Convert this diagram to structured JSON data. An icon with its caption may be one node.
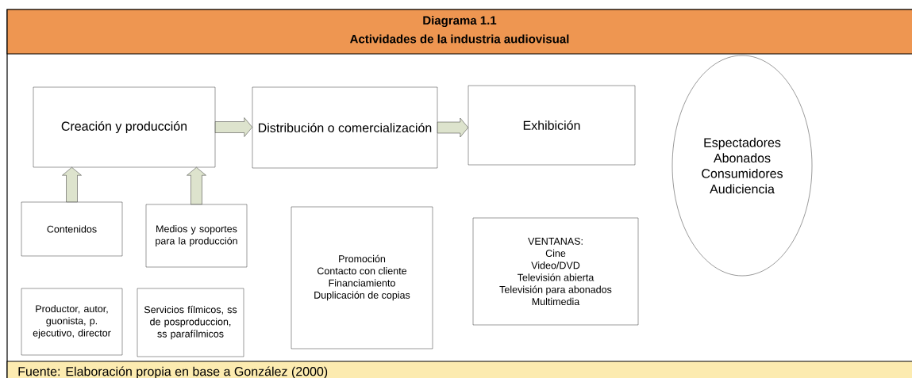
{
  "diagram": {
    "title": "Diagrama 1.1",
    "caption": "Fuente: Elaboración propia en base a González (2000)",
    "labels": [
      "Actividades de la industria audiovisual"
    ],
    "nodes": [
      {
        "text": [
          "Creación y producción"
        ]
      },
      {
        "text": [
          "Distribución o comercialización"
        ]
      },
      {
        "text": [
          "Exhibición"
        ]
      },
      {
        "text": [
          "Espectadores",
          "Abonados",
          "Consumidores",
          "Audiciencia"
        ]
      },
      {
        "text": [
          "Contenidos"
        ]
      },
      {
        "text": [
          "Medios y soportes para la producción"
        ]
      },
      {
        "text": [
          "Productor, autor, guonista, p. ejecutivo, director"
        ]
      },
      {
        "text": [
          "Servicios fílmicos, ss de posproduccion, ss parafílmicos"
        ]
      },
      {
        "text": [
          "Promoción",
          "Contacto con cliente",
          "Financiamiento",
          "Duplicación de copias"
        ]
      },
      {
        "text": [
          "VENTANAS:",
          "Cine",
          "Video/DVD",
          "Televisión abierta",
          "Televisión para abonados",
          "Multimedia"
        ]
      }
    ],
    "edges": [
      {
        "from": 0,
        "to": 1,
        "arrow": "to"
      },
      {
        "from": 1,
        "to": 2,
        "arrow": "to"
      },
      {
        "from": 4,
        "to": 0,
        "arrow": "to"
      },
      {
        "from": 5,
        "to": 0,
        "arrow": "to"
      }
    ]
  }
}
